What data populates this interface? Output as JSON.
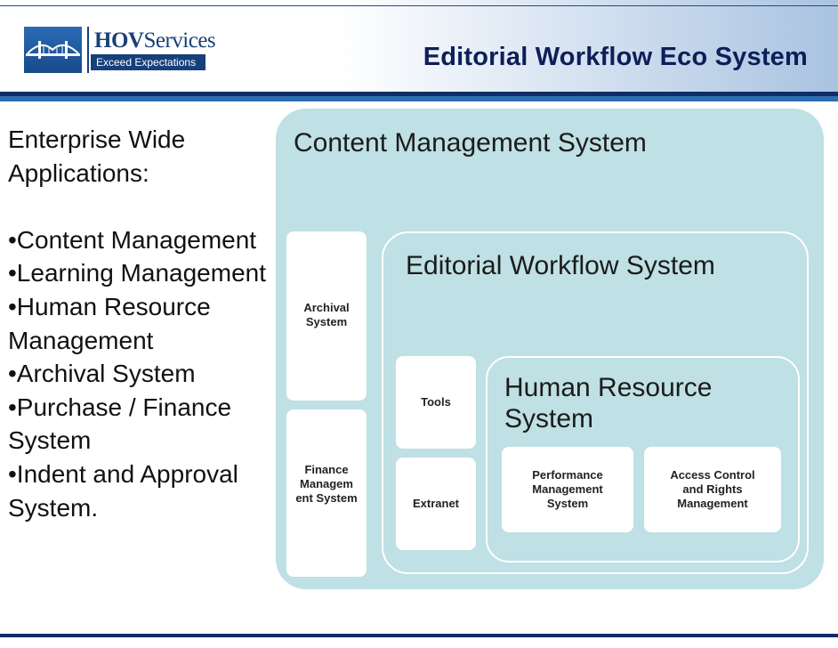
{
  "header": {
    "logo": {
      "name_bold": "HOV",
      "name_rest": "Services",
      "tagline": "Exceed Expectations"
    },
    "title": "Editorial Workflow Eco System"
  },
  "left": {
    "heading_line1": "Enterprise Wide",
    "heading_line2": "Applications:",
    "items": [
      "•Content Management",
      "•Learning Management",
      "•Human Resource Management",
      "•Archival System",
      "•Purchase / Finance System",
      "•Indent and Approval System."
    ]
  },
  "diagram": {
    "cms_title": "Content Management System",
    "archival": "Archival System",
    "finance": "Finance Managem ent System",
    "ews_title": "Editorial Workflow System",
    "tools": "Tools",
    "extranet": "Extranet",
    "hrs_title": "Human Resource System",
    "performance": "Performance Management System",
    "access": "Access Control and Rights Management"
  },
  "colors": {
    "cms_fill": "#bfe0e4",
    "header_rule": "#0f2d66",
    "title": "#0d1f57"
  }
}
